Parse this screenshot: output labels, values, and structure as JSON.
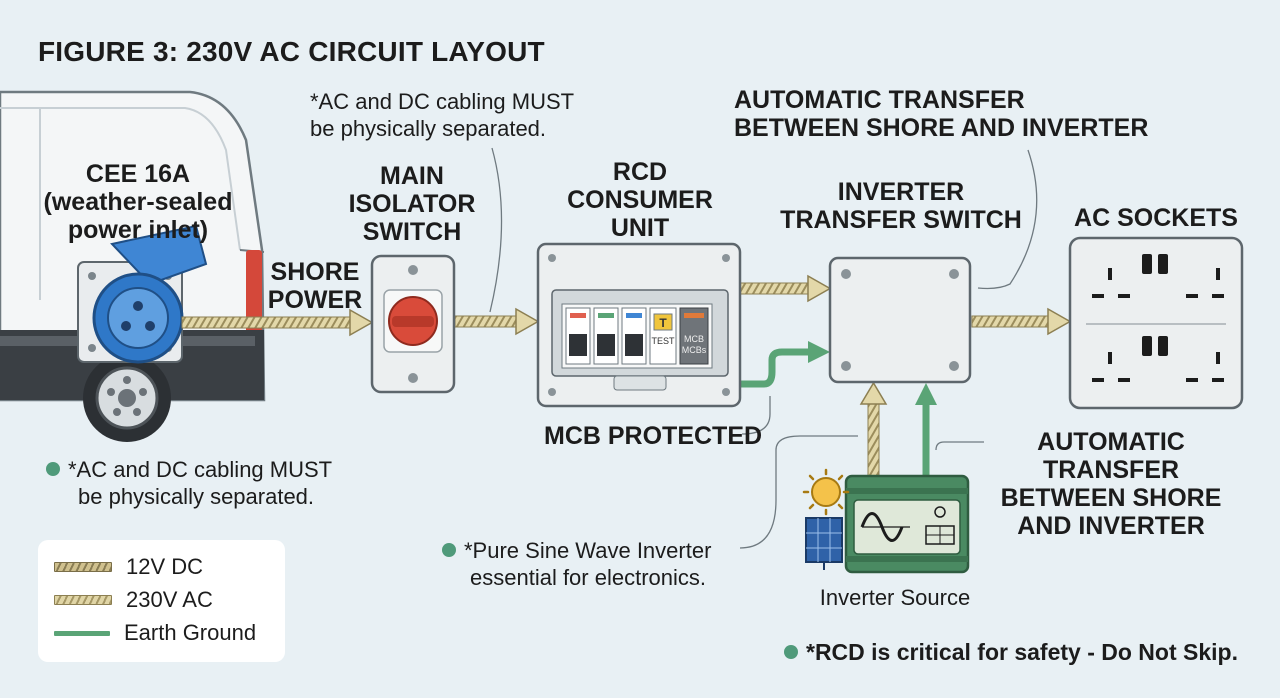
{
  "title": "FIGURE 3: 230V AC CIRCUIT LAYOUT",
  "components": {
    "inlet": {
      "line1": "CEE 16A",
      "line2": "(weather-sealed",
      "line3": "power inlet)"
    },
    "shore_power": {
      "line1": "SHORE",
      "line2": "POWER"
    },
    "isolator": {
      "line1": "MAIN",
      "line2": "ISOLATOR",
      "line3": "SWITCH"
    },
    "rcd": {
      "line1": "RCD",
      "line2": "CONSUMER",
      "line3": "UNIT",
      "test_label": "TEST",
      "test_letter": "T",
      "mcb_line1": "MCB",
      "mcb_line2": "MCBs"
    },
    "transfer": {
      "line1": "INVERTER",
      "line2": "TRANSFER SWITCH"
    },
    "sockets": {
      "label": "AC SOCKETS"
    },
    "mcb_protected": "MCB PROTECTED",
    "inverter_source": "Inverter Source"
  },
  "annotations": {
    "top_note": {
      "line1": "*AC and DC cabling MUST",
      "line2": "be physically separated."
    },
    "auto_transfer_top": {
      "line1": "AUTOMATIC TRANSFER",
      "line2": "BETWEEN SHORE AND INVERTER"
    },
    "auto_transfer_right": {
      "line1": "AUTOMATIC TRANSFER",
      "line2": "BETWEEN SHORE",
      "line3": "AND INVERTER"
    },
    "left_note": {
      "line1": "*AC and DC cabling MUST",
      "line2": "be physically separated."
    },
    "sine_note": {
      "line1": "*Pure Sine Wave Inverter",
      "line2": "essential for electronics."
    },
    "rcd_note": "*RCD is critical for safety - Do Not Skip."
  },
  "legend": [
    {
      "label": "12V DC",
      "kind": "dc"
    },
    {
      "label": "230V AC",
      "kind": "ac"
    },
    {
      "label": "Earth Ground",
      "kind": "earth"
    }
  ],
  "colors": {
    "background": "#e8f0f4",
    "inlet_blue": "#2f78c8",
    "isolator_red": "#d94b3a",
    "earth_green": "#5aa476",
    "cable_tan": "#d8cb98",
    "bullet_green": "#4f9a7a"
  }
}
